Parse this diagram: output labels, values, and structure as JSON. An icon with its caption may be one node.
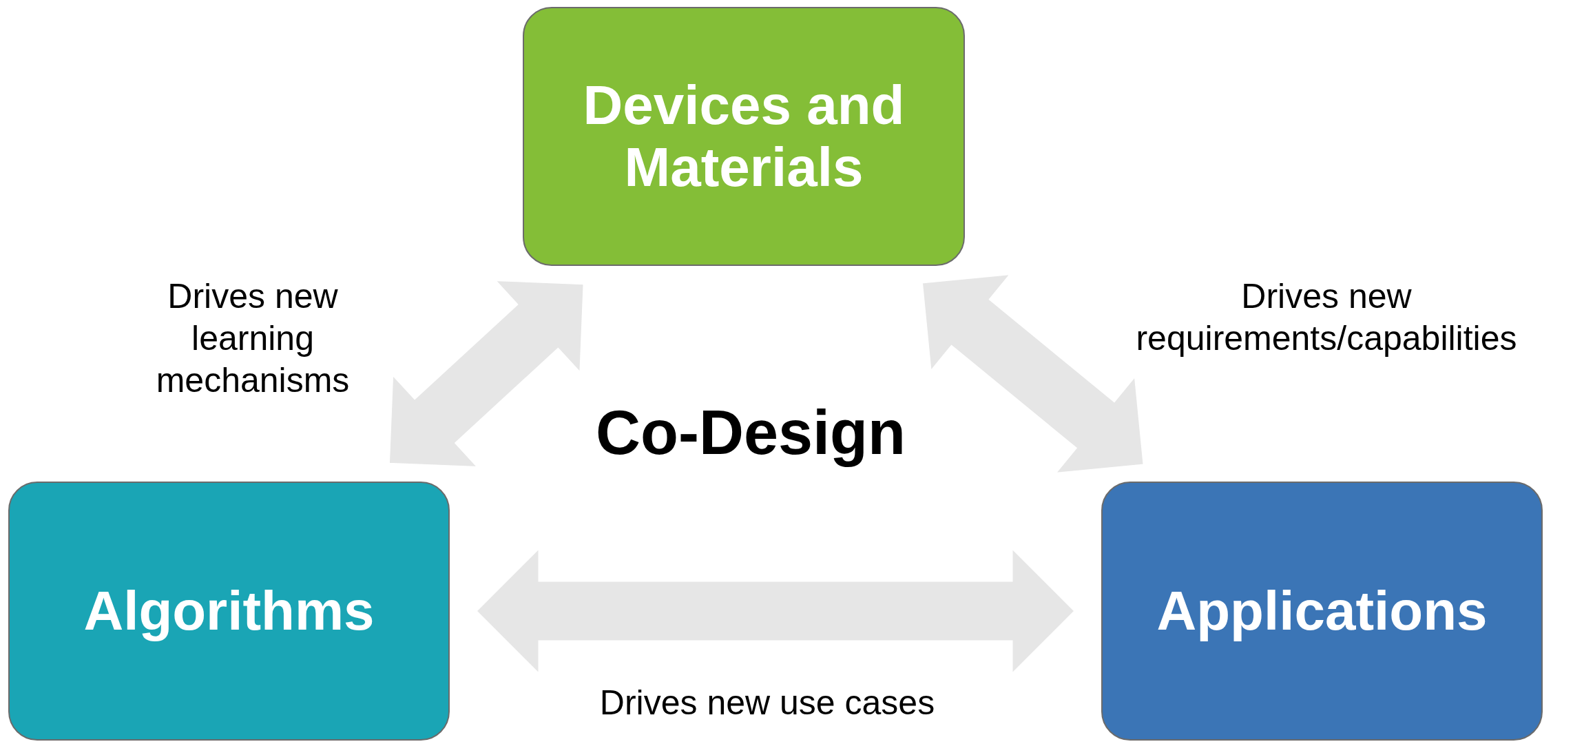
{
  "diagram": {
    "nodes": [
      {
        "text": [
          "Devices and Materials"
        ]
      },
      {
        "text": [
          "Algorithms"
        ]
      },
      {
        "text": [
          "Applications"
        ]
      }
    ],
    "edges": [
      {
        "from": 1,
        "to": 0,
        "arrow": "both",
        "label": "Drives new learning mechanisms"
      },
      {
        "from": 0,
        "to": 2,
        "arrow": "both",
        "label": "Drives new requirements/capabilities"
      },
      {
        "from": 1,
        "to": 2,
        "arrow": "both",
        "label": "Drives new use cases"
      }
    ],
    "labels": [
      "Co-Design"
    ]
  }
}
